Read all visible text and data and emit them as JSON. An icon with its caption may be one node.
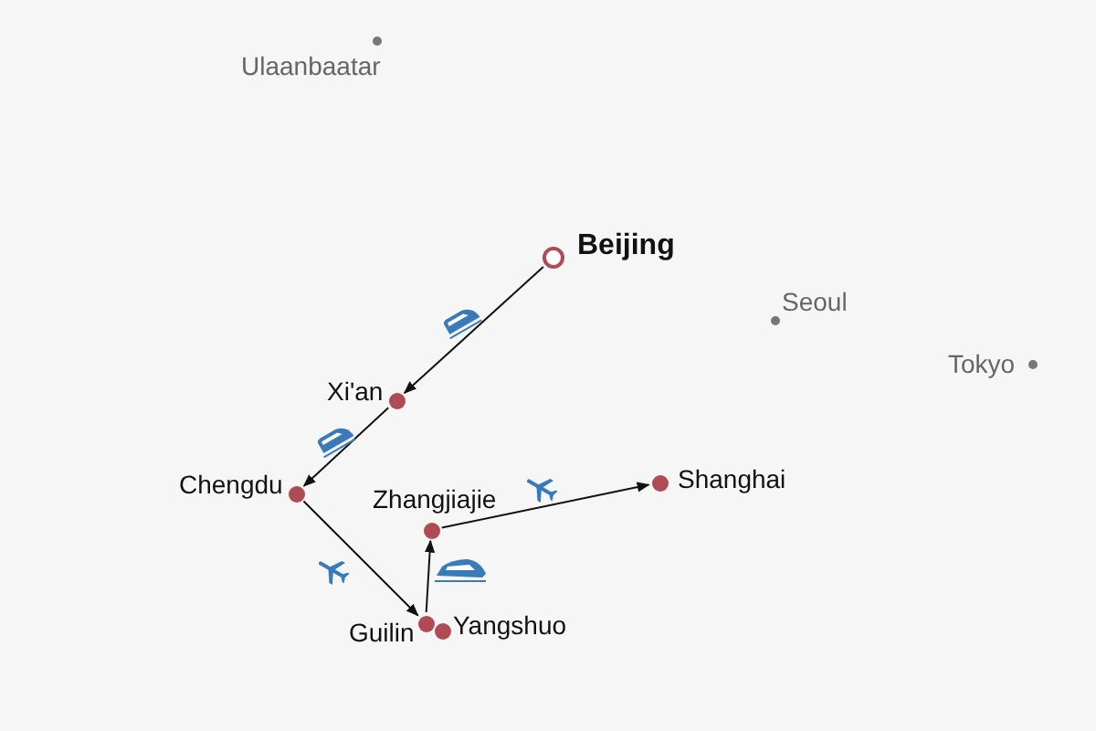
{
  "diagram": {
    "nodes": [
      {
        "text": [
          "Ulaanbaatar"
        ]
      },
      {
        "text": [
          "Beijing"
        ]
      },
      {
        "text": [
          "Seoul"
        ]
      },
      {
        "text": [
          "Xi'an"
        ]
      },
      {
        "text": [
          "Tokyo"
        ]
      },
      {
        "text": [
          "Chengdu"
        ]
      },
      {
        "text": [
          "Zhangjiajie"
        ]
      },
      {
        "text": [
          "Shanghai"
        ]
      },
      {
        "text": [
          "Guilin"
        ]
      },
      {
        "text": [
          "Yangshuo"
        ]
      }
    ],
    "edges": [
      {
        "from": 1,
        "to": 3,
        "arrow": "to"
      },
      {
        "from": 3,
        "to": 5,
        "arrow": "to"
      },
      {
        "from": 5,
        "to": 8,
        "arrow": "to"
      },
      {
        "from": 8,
        "to": 6,
        "arrow": "to"
      },
      {
        "from": 6,
        "to": 7,
        "arrow": "to"
      }
    ]
  }
}
